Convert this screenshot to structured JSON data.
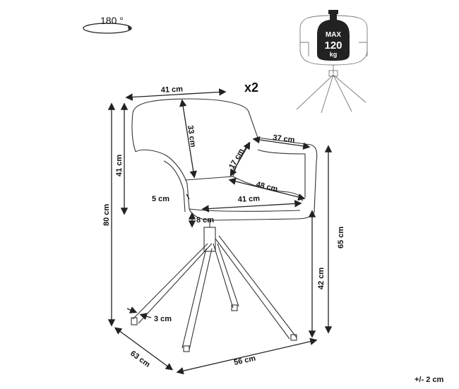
{
  "rotation": {
    "label": "180 °"
  },
  "quantity": {
    "label": "x2"
  },
  "weight_badge": {
    "max": "MAX",
    "value": "120",
    "unit": "kg"
  },
  "tolerance": "+/- 2 cm",
  "dimensions": {
    "top_width": "41 cm",
    "back_height": "33 cm",
    "armrest_length": "37 cm",
    "armrest_height": "17 cm",
    "seat_depth_diag": "48 cm",
    "seat_width": "41 cm",
    "seat_to_arm_gap": "5 cm",
    "seat_thickness": "8 cm",
    "back_total": "41 cm",
    "total_height": "80 cm",
    "arm_height": "65 cm",
    "seat_height": "42 cm",
    "leg_width": "3 cm",
    "depth": "63 cm",
    "width": "56 cm"
  }
}
